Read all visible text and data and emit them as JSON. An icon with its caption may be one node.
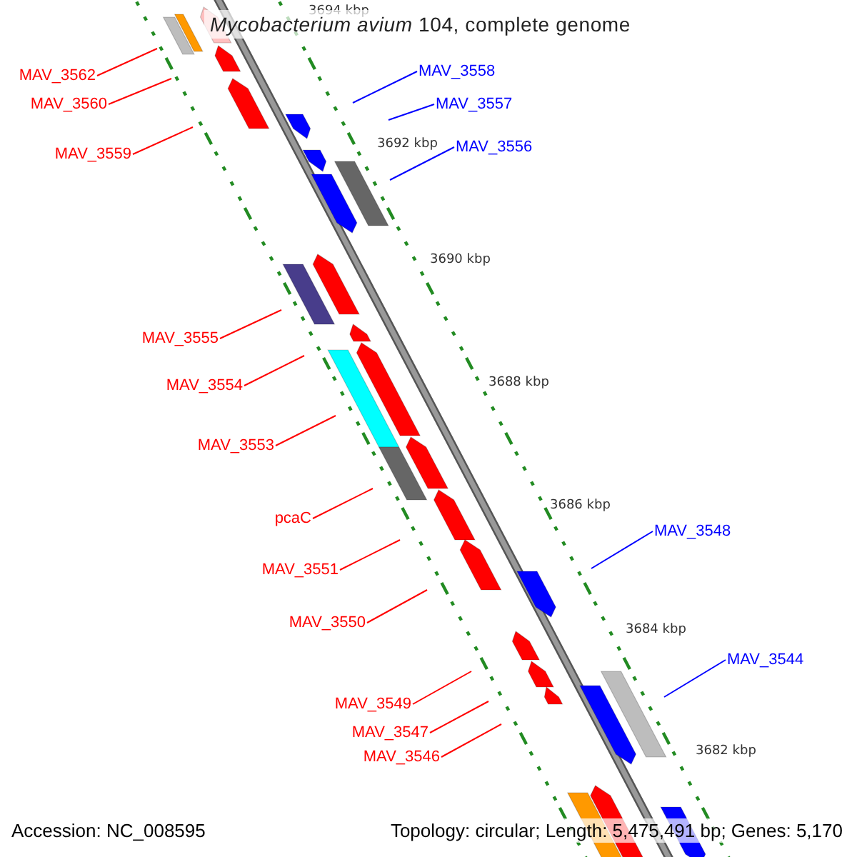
{
  "diagram": {
    "title": "*Mycobacterium avium* 104, complete genome",
    "nodes": [
      {
        "text": [
          "MAV_3558"
        ]
      },
      {
        "text": [
          "MAV_3562"
        ]
      },
      {
        "text": [
          "MAV_3557"
        ]
      },
      {
        "text": [
          "MAV_3560"
        ]
      },
      {
        "text": [
          "MAV_3556"
        ]
      },
      {
        "text": [
          "MAV_3559"
        ]
      },
      {
        "text": [
          "MAV_3555"
        ]
      },
      {
        "text": [
          "MAV_3554"
        ]
      },
      {
        "text": [
          "MAV_3553"
        ]
      },
      {
        "text": [
          "pcaC"
        ]
      },
      {
        "text": [
          "MAV_3548"
        ]
      },
      {
        "text": [
          "MAV_3551"
        ]
      },
      {
        "text": [
          "MAV_3550"
        ]
      },
      {
        "text": [
          "MAV_3544"
        ]
      },
      {
        "text": [
          "MAV_3549"
        ]
      },
      {
        "text": [
          "MAV_3547"
        ]
      },
      {
        "text": [
          "MAV_3546"
        ]
      }
    ],
    "edges": [
      {
        "from": 0,
        "to": null,
        "arrow": "none",
        "color": "#0000ff"
      },
      {
        "from": 1,
        "to": null,
        "arrow": "none"
      },
      {
        "from": 2,
        "to": null,
        "arrow": "none",
        "color": "#0000ff"
      },
      {
        "from": 3,
        "to": null,
        "arrow": "none"
      },
      {
        "from": 4,
        "to": null,
        "arrow": "none",
        "color": "#0000ff"
      },
      {
        "from": 5,
        "to": null,
        "arrow": "none"
      },
      {
        "from": 6,
        "to": null,
        "arrow": "none"
      },
      {
        "from": 7,
        "to": null,
        "arrow": "none"
      },
      {
        "from": 8,
        "to": null,
        "arrow": "none"
      },
      {
        "from": 9,
        "to": null,
        "arrow": "none"
      },
      {
        "from": 10,
        "to": null,
        "arrow": "none",
        "color": "#0000ff"
      },
      {
        "from": 11,
        "to": null,
        "arrow": "none"
      },
      {
        "from": 12,
        "to": null,
        "arrow": "none"
      },
      {
        "from": 13,
        "to": null,
        "arrow": "none",
        "color": "#0000ff"
      },
      {
        "from": 14,
        "to": null,
        "arrow": "none"
      },
      {
        "from": 15,
        "to": null,
        "arrow": "none"
      },
      {
        "from": 16,
        "to": null,
        "arrow": "none"
      }
    ],
    "labels": [
      "3694 kbp",
      "3692 kbp",
      "3690 kbp",
      "3688 kbp",
      "3686 kbp",
      "3684 kbp",
      "3682 kbp",
      "Accession: NC_008595",
      "Topology: circular; Length: 5,475,491 bp; Genes: 5,170"
    ]
  }
}
